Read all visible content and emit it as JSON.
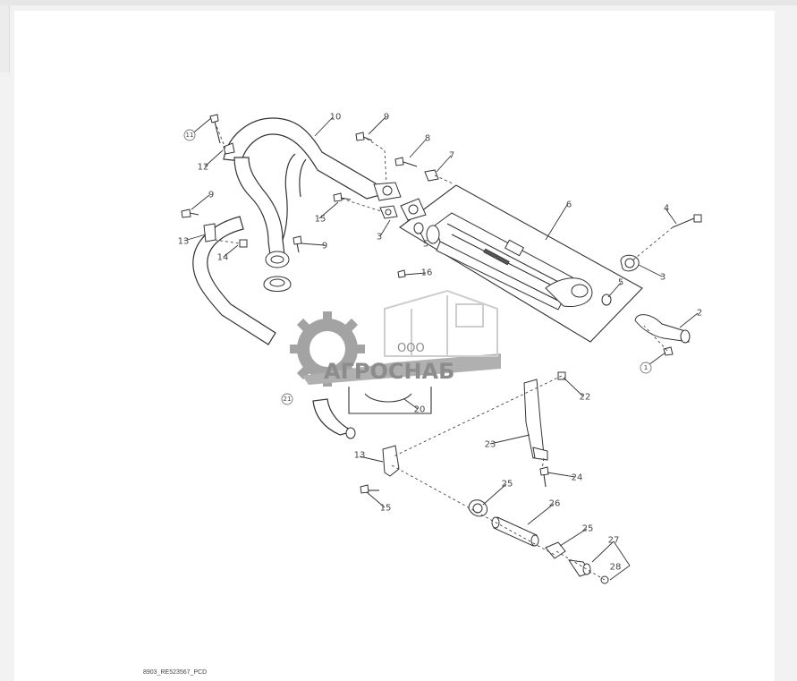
{
  "callouts": {
    "c1": "1",
    "c2": "2",
    "c3a": "3",
    "c3b": "3",
    "c4": "4",
    "c5a": "5",
    "c5b": "5",
    "c6": "6",
    "c7": "7",
    "c8": "8",
    "c9a": "9",
    "c9b": "9",
    "c9c": "9",
    "c10": "10",
    "c11": "11",
    "c12": "12",
    "c13a": "13",
    "c13b": "13",
    "c14": "14",
    "c15a": "15",
    "c15b": "15",
    "c16": "16",
    "c20": "20",
    "c21": "21",
    "c22": "22",
    "c23": "23",
    "c24": "24",
    "c25a": "25",
    "c25b": "25",
    "c26": "26",
    "c27": "27",
    "c28": "28"
  },
  "watermark": {
    "prefix": "ООО",
    "brand": "АГРОСНАБ"
  },
  "footer": {
    "code": "8903_RE523567_PCD"
  },
  "colors": {
    "background": "#f2f2f2",
    "paper": "#ffffff",
    "line": "#333333",
    "watermark": "#8c8c8c"
  }
}
